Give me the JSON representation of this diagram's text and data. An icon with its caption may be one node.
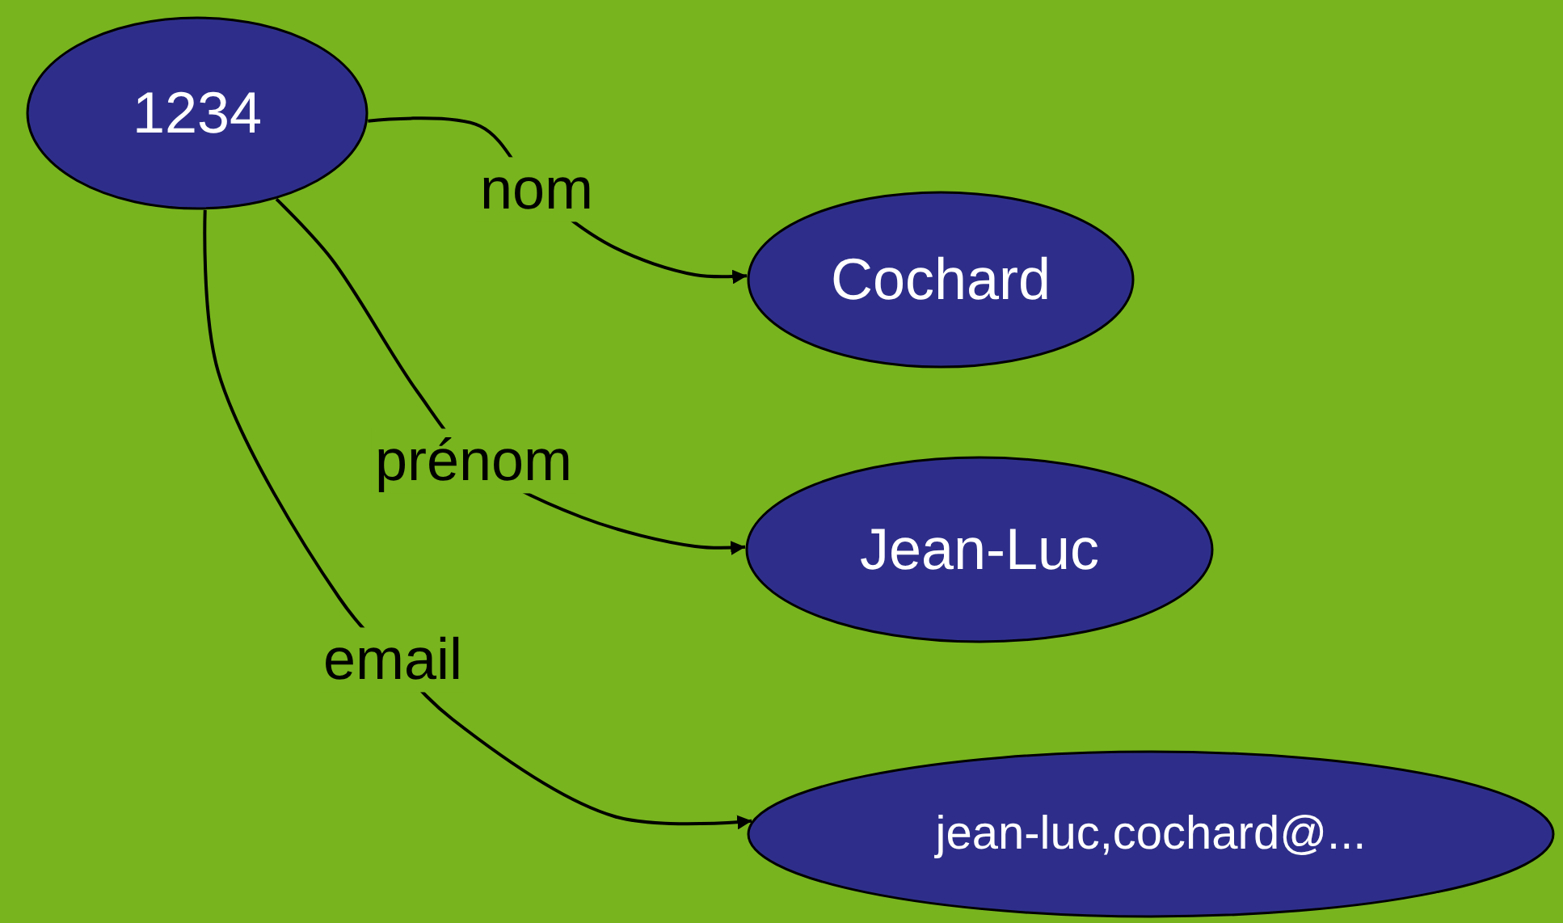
{
  "diagram": {
    "nodes": [
      {
        "text": [
          "1234"
        ]
      },
      {
        "text": [
          "Cochard"
        ]
      },
      {
        "text": [
          "Jean-Luc"
        ]
      },
      {
        "text": [
          "jean-luc,cochard@..."
        ]
      }
    ],
    "edges": [
      {
        "from": 0,
        "to": 1,
        "arrow": "to",
        "label": "nom"
      },
      {
        "from": 0,
        "to": 2,
        "arrow": "to",
        "label": "prénom"
      },
      {
        "from": 0,
        "to": 3,
        "arrow": "to",
        "label": "email"
      }
    ]
  }
}
